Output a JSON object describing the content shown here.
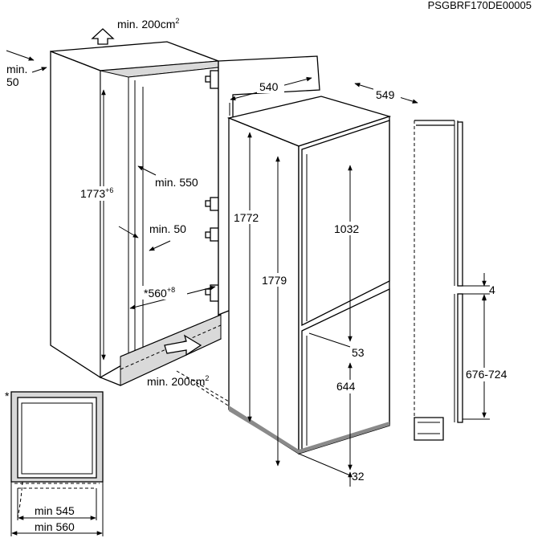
{
  "code": "PSGBRF170DE00005",
  "labels": {
    "vent_top": "min. 200cm",
    "vent_top_sup": "2",
    "gap_top_a": "min.",
    "gap_top_b": "50",
    "niche_height": "1773",
    "niche_height_sup": "+6",
    "min_550": "min. 550",
    "min_50": "min. 50",
    "niche_width": "*560",
    "niche_width_sup": "+8",
    "vent_bottom": "min. 200cm",
    "vent_bottom_sup": "2",
    "depth_540": "540",
    "depth_549": "549",
    "appliance_height": "1772",
    "door_height": "1032",
    "total_height": "1779",
    "dim_53": "53",
    "dim_644": "644",
    "dim_32": "32",
    "dim_4": "4",
    "range_676_724": "676-724",
    "asterisk": "*",
    "min_545": "min 545",
    "min_560": "min 560"
  }
}
